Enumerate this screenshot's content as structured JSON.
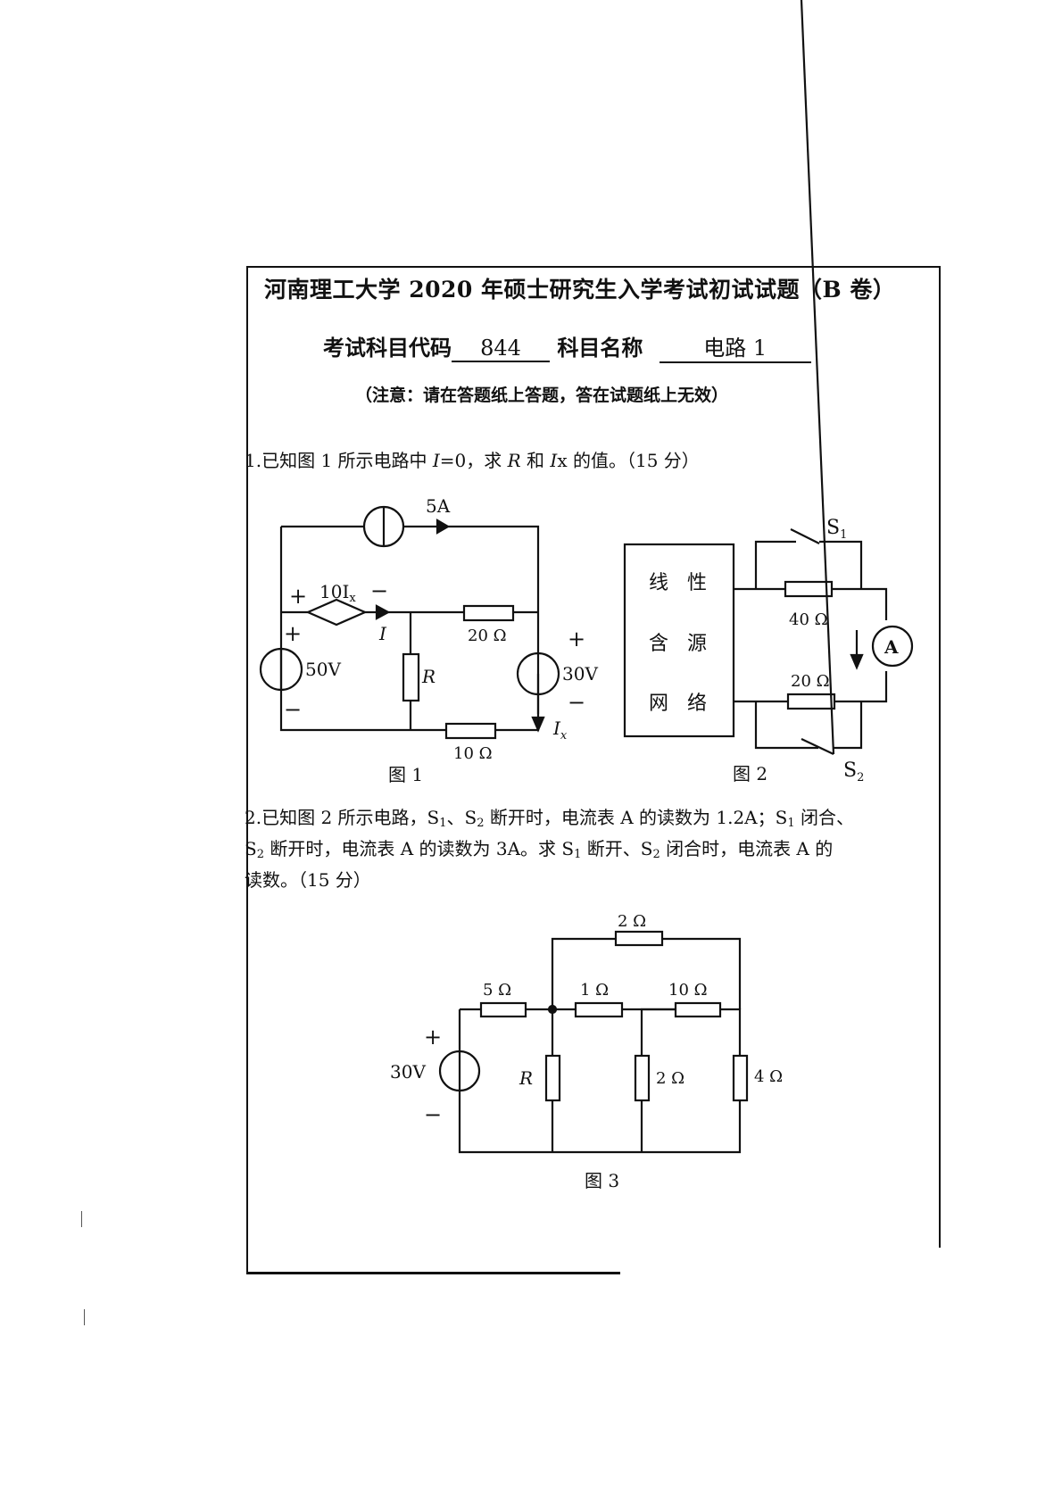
{
  "header": {
    "title": "河南理工大学 2020 年硕士研究生入学考试初试试题（B 卷）",
    "code_label": "考试科目代码",
    "code_value": "844",
    "name_label": "科目名称",
    "name_value": "电路 1",
    "notice": "（注意：请在答题纸上答题，答在试题纸上无效）"
  },
  "questions": [
    {
      "number": "1.",
      "text_parts": [
        "已知图 1 所示电路中 ",
        "I",
        "=0，求 ",
        "R",
        " 和 ",
        "I",
        "x 的值。（15 分）"
      ]
    },
    {
      "number": "2.",
      "line1": [
        "已知图 2 所示电路，S",
        "1",
        "、S",
        "2",
        " 断开时，电流表 A 的读数为 1.2A；S",
        "1",
        " 闭合、"
      ],
      "line2": [
        "S",
        "2",
        " 断开时，电流表 A 的读数为 3A。求 S",
        "1",
        " 断开、S",
        "2",
        " 闭合时，电流表 A 的"
      ],
      "line3": "读数。（15 分）"
    }
  ],
  "figures": {
    "fig1": {
      "caption": "图  1",
      "current_source": "5A",
      "dependent_source": "10I",
      "dependent_sub": "x",
      "plus": "+",
      "minus": "−",
      "current_label": "I",
      "voltage_left": "50V",
      "voltage_right": "30V",
      "resistor_top": "20 Ω",
      "resistor_bottom": "10 Ω",
      "resistor_mid": "R",
      "ix_label": "I",
      "ix_sub": "x"
    },
    "fig2": {
      "caption": "图 2",
      "network_chars": [
        "线",
        "性",
        "含",
        "源",
        "网",
        "络"
      ],
      "switch1": "S",
      "switch1_sub": "1",
      "switch2": "S",
      "switch2_sub": "2",
      "resistor_top": "40 Ω",
      "resistor_bottom": "20 Ω",
      "ammeter": "A"
    },
    "fig3": {
      "caption": "图 3",
      "source": "30V",
      "plus": "+",
      "minus": "−",
      "r_5": "5 Ω",
      "r_1": "1 Ω",
      "r_10": "10 Ω",
      "r_top": "2 Ω",
      "r_R": "R",
      "r_2": "2 Ω",
      "r_4": "4 Ω"
    }
  }
}
